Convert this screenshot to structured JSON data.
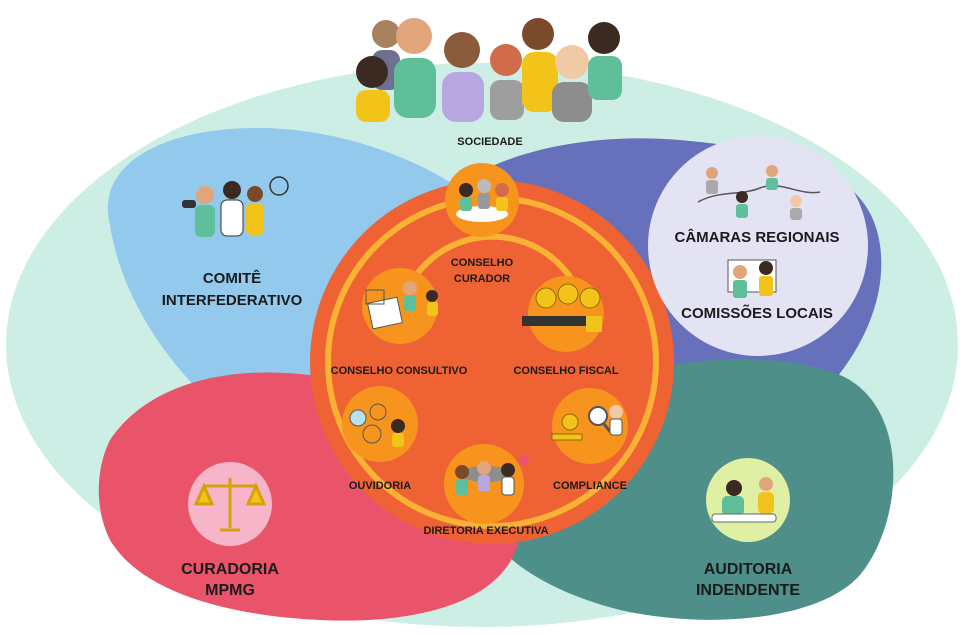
{
  "diagram": {
    "outer": {
      "label": "SOCIEDADE"
    },
    "comite": {
      "line1": "COMITÊ",
      "line2": "INTERFEDERATIVO"
    },
    "regional": {
      "camaras": "CÂMARAS REGIONAIS",
      "comissoes": "COMISSÕES LOCAIS"
    },
    "curadoria": {
      "line1": "CURADORIA",
      "line2": "MPMG"
    },
    "auditoria": {
      "line1": "AUDITORIA",
      "line2": "INDENDENTE"
    },
    "core": {
      "curador": {
        "line1": "CONSELHO",
        "line2": "CURADOR"
      },
      "consultivo": "CONSELHO CONSULTIVO",
      "fiscal": "CONSELHO FISCAL",
      "ouvidoria": "OUVIDORIA",
      "compliance": "COMPLIANCE",
      "diretoria": "DIRETORIA EXECUTIVA"
    }
  },
  "colors": {
    "sociedade": "#cdeee5",
    "comite": "#93c9ec",
    "regional": "#6670bb",
    "curadoria": "#e9546b",
    "auditoria": "#4f8f8a",
    "core": "#ef6234",
    "node": "#f7941d",
    "ring": "#f9b233"
  },
  "icons": [
    "people-group-icon",
    "binoculars-people-icon",
    "regional-map-icon",
    "local-meeting-icon",
    "scales-icon",
    "people-helping-icon",
    "council-meeting-icon",
    "documents-checklist-icon",
    "coins-money-icon",
    "speech-people-icon",
    "magnifier-gears-icon",
    "executive-team-icon"
  ]
}
